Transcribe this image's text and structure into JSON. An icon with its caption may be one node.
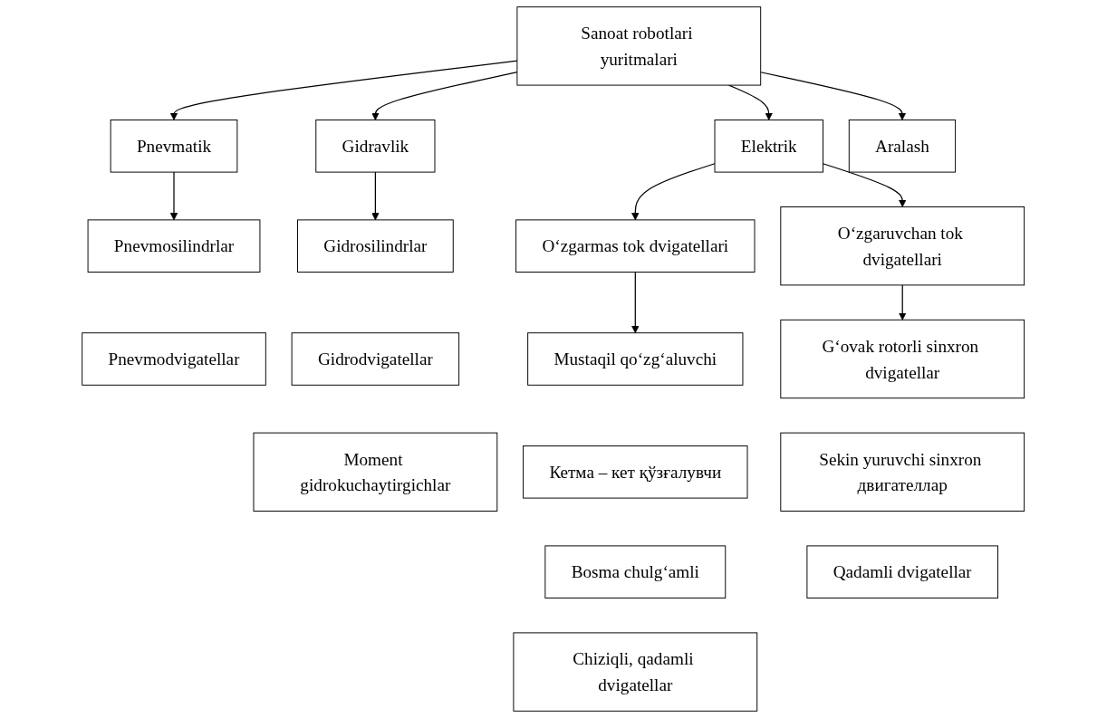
{
  "diagram": {
    "nodes": [
      {
        "text": [
          "Sanoat robotlari yuritmalari"
        ]
      },
      {
        "text": [
          "Pnevmatik"
        ]
      },
      {
        "text": [
          "Gidravlik"
        ]
      },
      {
        "text": [
          "Elektrik"
        ]
      },
      {
        "text": [
          "Aralash"
        ]
      },
      {
        "text": [
          "Pnevmosilindrlar"
        ]
      },
      {
        "text": [
          "Pnevmodvigatellar"
        ]
      },
      {
        "text": [
          "Gidrosilindrlar"
        ]
      },
      {
        "text": [
          "Gidrodvigatellar"
        ]
      },
      {
        "text": [
          "Moment gidrokuchaytirgichlar"
        ]
      },
      {
        "text": [
          "O‘zgarmas tok dvigatellari"
        ]
      },
      {
        "text": [
          "O‘zgaruvchan tok dvigatellari"
        ]
      },
      {
        "text": [
          "Mustaqil qo‘zg‘aluvchi"
        ]
      },
      {
        "text": [
          "Кетма – кет қўзғалувчи"
        ]
      },
      {
        "text": [
          "Bosma chulg‘amli"
        ]
      },
      {
        "text": [
          "Chiziqli, qadamli dvigatellar"
        ]
      },
      {
        "text": [
          "G‘ovak rotorli sinxron dvigatellar"
        ]
      },
      {
        "text": [
          "Sekin yuruvchi sinxron двигателлар"
        ]
      },
      {
        "text": [
          "Qadamli dvigatellar"
        ]
      }
    ],
    "edges": [
      {
        "from": 0,
        "to": 1,
        "arrow": "to"
      },
      {
        "from": 0,
        "to": 2,
        "arrow": "to"
      },
      {
        "from": 0,
        "to": 3,
        "arrow": "to"
      },
      {
        "from": 0,
        "to": 4,
        "arrow": "to"
      },
      {
        "from": 1,
        "to": 5,
        "arrow": "to"
      },
      {
        "from": 2,
        "to": 7,
        "arrow": "to"
      },
      {
        "from": 3,
        "to": 10,
        "arrow": "to"
      },
      {
        "from": 3,
        "to": 11,
        "arrow": "to"
      },
      {
        "from": 10,
        "to": 12,
        "arrow": "to"
      },
      {
        "from": 11,
        "to": 16,
        "arrow": "to"
      }
    ]
  }
}
